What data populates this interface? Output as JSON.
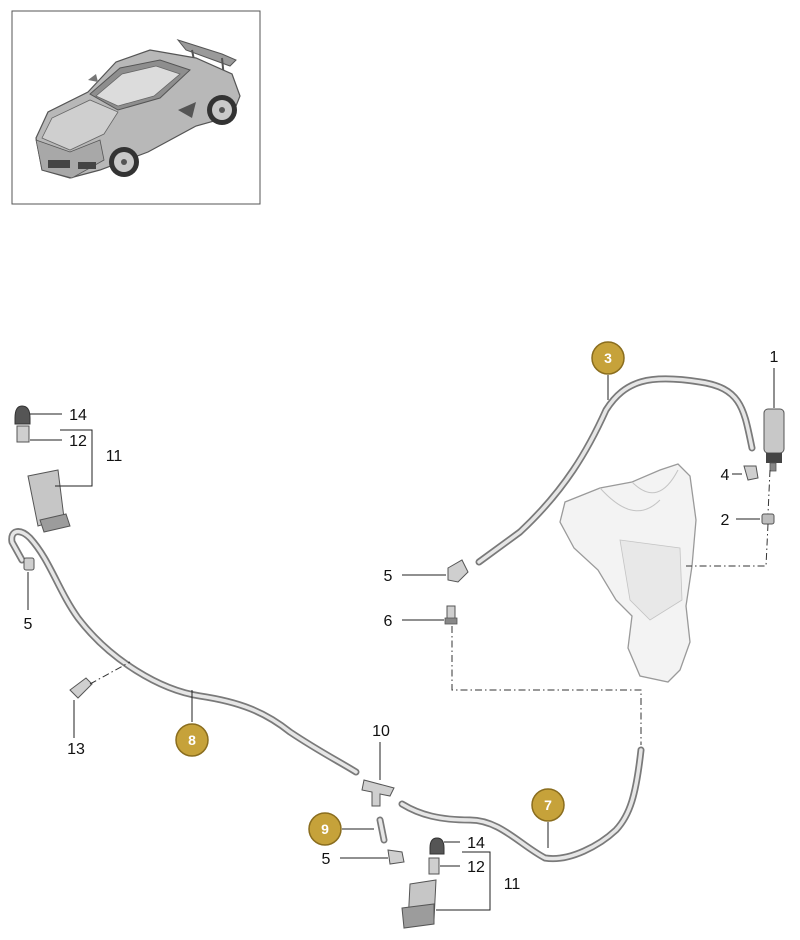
{
  "callouts": {
    "c1": "1",
    "c2": "2",
    "c3": "3",
    "c4": "4",
    "c5a": "5",
    "c5b": "5",
    "c5c": "5",
    "c6": "6",
    "c7": "7",
    "c8": "8",
    "c9": "9",
    "c10": "10",
    "c11a": "11",
    "c11b": "11",
    "c12a": "12",
    "c12b": "12",
    "c13": "13",
    "c14a": "14",
    "c14b": "14"
  },
  "colors": {
    "badge_fill": "#c6a23a",
    "badge_stroke": "#8a6d1e",
    "hose": "#7a7a7a",
    "part_fill": "#e2e2e2",
    "tank_fill": "#f2f2f2"
  }
}
